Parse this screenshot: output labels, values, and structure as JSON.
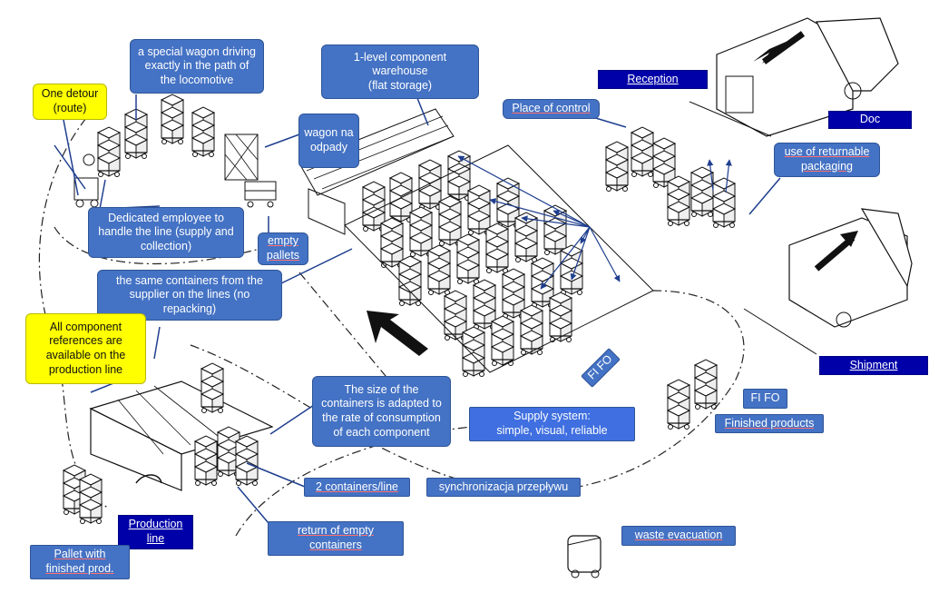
{
  "labels": {
    "one_detour": "One detour\n(route)",
    "special_wagon": "a special wagon driving\nexactly in the path of\nthe locomotive",
    "warehouse": "1-level component\nwarehouse\n(flat storage)",
    "wagon_na_odpady": "wagon na\nodpady",
    "reception": "Reception",
    "doc": "Doc",
    "place_of_control": "Place of control",
    "returnable_packaging": "use of returnable\npackaging",
    "dedicated_employee": "Dedicated employee to\nhandle the line (supply and\ncollection)",
    "empty_pallets": "empty\npallets",
    "same_containers": "the same containers from the\nsupplier on the lines (no\nrepacking)",
    "all_components": "All component\nreferences are\navailable on the\nproduction line",
    "container_size": "The size of the\ncontainers is adapted to\nthe rate of consumption\nof each component",
    "fifo_diag": "FI FO",
    "supply_system": "Supply system:\nsimple, visual, reliable",
    "shipment": "Shipment",
    "fifo": "FI FO",
    "finished_products": "Finished products",
    "two_containers": "2 containers/line",
    "synchronizacja": "synchronizacja przepływu",
    "production_line": "Production\nline",
    "return_empty": "return of empty\ncontainers",
    "waste_evacuation": "waste evacuation",
    "pallet_finished": "Pallet with\nfinished prod."
  },
  "colors": {
    "label_blue": "#4472c4",
    "label_dark_blue": "#0000a8",
    "label_yellow": "#ffff00",
    "arrow_blue": "#1f3f8f",
    "sketch": "#111111"
  },
  "icons": [
    "locomotive-train-icon",
    "forklift-icon",
    "warehouse-racks-icon",
    "truck-icon",
    "trolley-icon",
    "waste-bin-icon",
    "direction-arrow-icon"
  ]
}
